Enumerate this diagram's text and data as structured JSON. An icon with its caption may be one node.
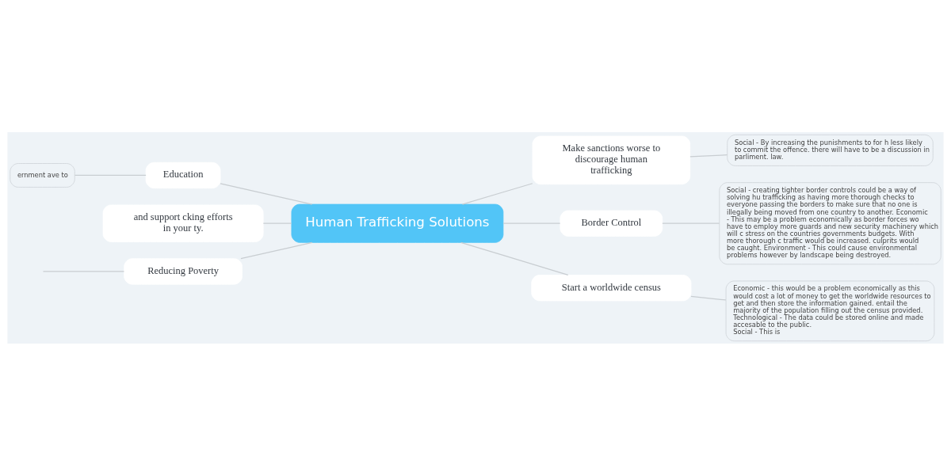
{
  "diagram": {
    "nodes": [
      {
        "text": [
          "Human Trafficking Solutions"
        ]
      },
      {
        "text": [
          "Make sanctions worse to discourage human trafficking"
        ]
      },
      {
        "text": [
          "Social - By increasing the punishments to for h less likely to commit the offence. there will have to be a discussion in parliment. law."
        ]
      },
      {
        "text": [
          "Border Control"
        ]
      },
      {
        "text": [
          "Social - creating tighter border controls could be a way of solving hu trafficking as having more thorough checks to everyone passing the borders to make sure that no one is illegally being moved from one country to another. Economic - This may be a problem economically as border forces wo have to employ more guards and new security machinery which will c stress on the countries governments budgets. With more thorough c traffic would be increased. culprits would be caught. Environment - This could cause environmental problems however by landscape being destroyed."
        ]
      },
      {
        "text": [
          "Start a worldwide census"
        ]
      },
      {
        "text": [
          "Economic - this would be a problem economically as this would cost a lot of money to get the worldwide resources to get and then store the information gained. entail the majority of the population filling out the census provided. Technological - The data could be stored online and made accesable to the public.",
          "Social - This is"
        ]
      },
      {
        "text": [
          "Education"
        ]
      },
      {
        "text": [
          "ernment ave to"
        ]
      },
      {
        "text": [
          "and support cking efforts in your ty."
        ]
      },
      {
        "text": [
          "Reducing Poverty"
        ]
      }
    ],
    "edges": [
      {
        "from": 0,
        "to": 1,
        "arrow": "none"
      },
      {
        "from": 1,
        "to": 2,
        "arrow": "none"
      },
      {
        "from": 0,
        "to": 3,
        "arrow": "none"
      },
      {
        "from": 3,
        "to": 4,
        "arrow": "none"
      },
      {
        "from": 0,
        "to": 5,
        "arrow": "none"
      },
      {
        "from": 5,
        "to": 6,
        "arrow": "none"
      },
      {
        "from": 0,
        "to": 7,
        "arrow": "none"
      },
      {
        "from": 7,
        "to": 8,
        "arrow": "none"
      },
      {
        "from": 0,
        "to": 9,
        "arrow": "none"
      },
      {
        "from": 0,
        "to": 10,
        "arrow": "none"
      },
      {
        "from": 10,
        "to": null,
        "arrow": "none"
      }
    ]
  }
}
